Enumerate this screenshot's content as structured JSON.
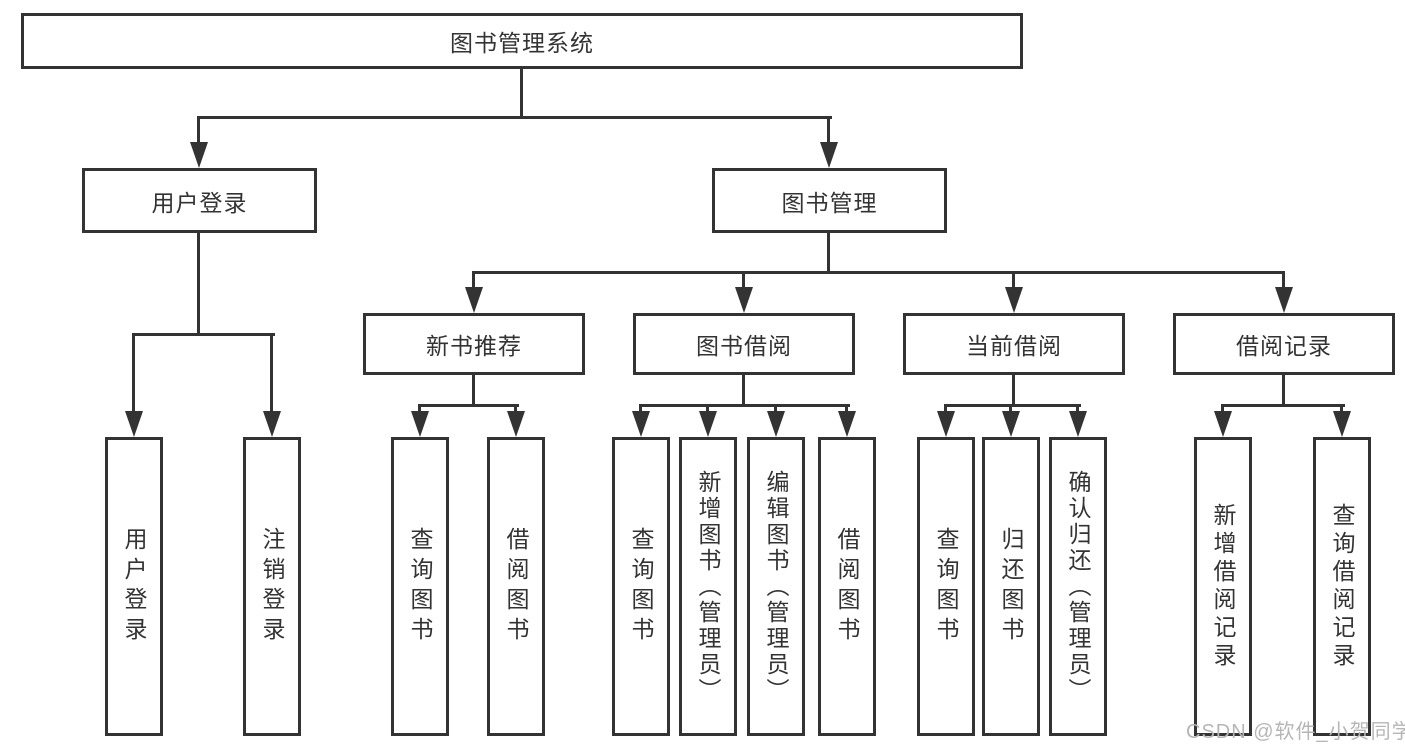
{
  "diagram_title": "图书管理系统",
  "colors": {
    "line": "#333333",
    "background": "#ffffff",
    "watermark": "#b6b6b6"
  },
  "nodes": {
    "root": "图书管理系统",
    "user_login": "用户登录",
    "book_mgmt": "图书管理",
    "new_book_rec": "新书推荐",
    "book_borrow": "图书借阅",
    "current_borrow": "当前借阅",
    "borrow_records": "借阅记录",
    "leaf_user_login": "用户登录",
    "leaf_logout": "注销登录",
    "rec_query_books": "查询图书",
    "rec_borrow_books": "借阅图书",
    "bb_query_books": "查询图书",
    "bb_add_books": "新增图书（管理员）",
    "bb_edit_books": "编辑图书（管理员）",
    "bb_borrow_books": "借阅图书",
    "cb_query_books": "查询图书",
    "cb_return_books": "归还图书",
    "cb_confirm_return": "确认归还（管理员）",
    "br_add_record": "新增借阅记录",
    "br_query_record": "查询借阅记录"
  },
  "watermark": "CSDN @软件_小贺同学"
}
